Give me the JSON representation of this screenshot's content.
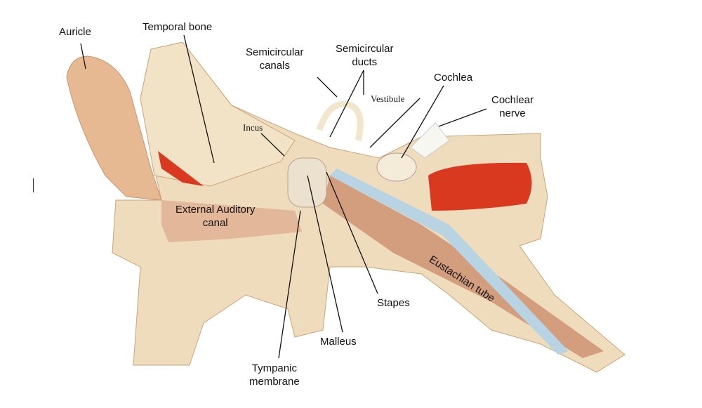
{
  "labels": {
    "auricle": "Auricle",
    "temporal_bone": "Temporal bone",
    "semicircular_canals": "Semicircular\ncanals",
    "semicircular_ducts": "Semicircular\nducts",
    "vestibule": "Vestibule",
    "cochlea": "Cochlea",
    "cochlear_nerve": "Cochlear\nnerve",
    "incus": "Incus",
    "external_auditory_canal": "External Auditory\ncanal",
    "stapes": "Stapes",
    "malleus": "Malleus",
    "eustachian_tube": "Eustachian tube",
    "tympanic_membrane": "Tympanic\nmembrane"
  },
  "colors": {
    "bone": "#f2e2c4",
    "skin": "#e9c6a4",
    "red": "#d9391f",
    "blue": "#b8d3e2",
    "tube": "#c98a6a"
  }
}
